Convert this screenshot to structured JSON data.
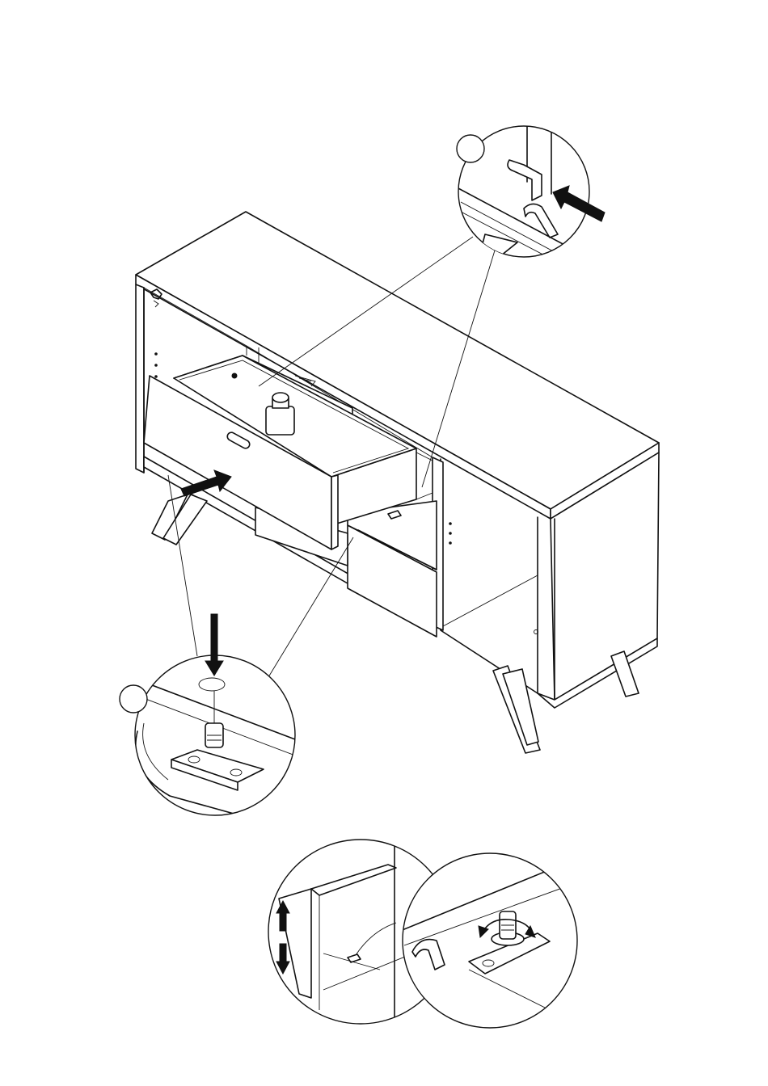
{
  "figure": {
    "subject": "sideboard-assembly-step",
    "callouts": [
      {
        "id": "top-detail",
        "label": ""
      },
      {
        "id": "bottom-detail",
        "label": ""
      }
    ],
    "bottom_panel": {
      "label": ""
    }
  },
  "colors": {
    "line": "#111111",
    "background": "#ffffff",
    "arrow": "#111111"
  },
  "icons": [
    "push-arrow-icon",
    "down-arrow-icon",
    "up-down-arrow-icon",
    "rotate-arrow-icon",
    "weight-icon"
  ]
}
